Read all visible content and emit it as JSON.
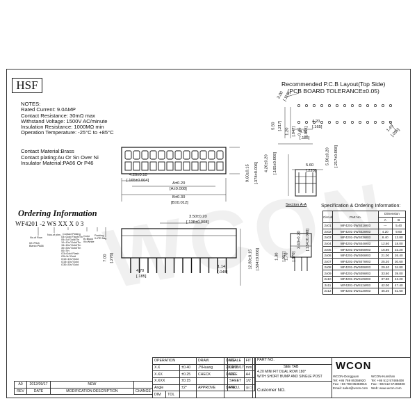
{
  "logo": "HSF",
  "watermark": "WCON",
  "pcb": {
    "title_line1": "Recommended P.C.B Layout(Top Side)",
    "title_line2": "(PCB BOARD TOLERANCE±0.05)",
    "dims": [
      "3.00",
      "[.118]",
      "5.50",
      "[.217]",
      "1.20",
      "[.047]",
      "0.46",
      "[.018]",
      "4.20",
      "[.165]",
      "4.70",
      "[.185]",
      "1.40",
      "[.055]"
    ]
  },
  "notes": {
    "heading": "NOTES:",
    "lines": [
      "Rated Current: 9.0AMP",
      "Contact Resistance: 30mΩ max",
      "Withstand Voltage: 1500V AC/minute",
      "Insulation Resistance: 1000MΩ min",
      "Operation Temperature: -25°C to +85°C"
    ]
  },
  "materials": [
    "Contact Material:Brass",
    "Contact plating:Au Or Sn Over Ni",
    "Insulator Material:PA66 Or P46"
  ],
  "front_dims": {
    "a": "4.20±0.10",
    "a_in": "[.165±0.004]",
    "b": "A±0.20",
    "b_in": "[A±0.008]",
    "c": "B±0.30",
    "c_in": "[B±0.012]",
    "h1": "4.20±0.20",
    "h1_in": "[.165±0.008]",
    "h2": "9.60±0.15",
    "h2_in": "[.378±0.006]",
    "h3": "5.50±0.20",
    "h3_in": "[.217±0.008]",
    "p1": "5.60",
    "p1_in": "[.220]",
    "section": "Section A-A"
  },
  "side_dims": {
    "top": "3.50±0.20",
    "top_in": "[.138±0.008]",
    "a": "7.00",
    "a_in": "[.276]",
    "b": "4.70",
    "b_in": "[.185]",
    "c": "1.14",
    "c_in": "[.045]",
    "d": "12.80±0.15",
    "d_in": "[.504±0.006]",
    "e": "3.40±0.20",
    "e_in": "[.134±0.008]",
    "f": "1.30",
    "f_in": "[.051]",
    "g": "1.78",
    "g_in": "[.070]"
  },
  "ordering": {
    "title": "Ordering Information",
    "code": "WF4201 -2 WS  XX   X  0  3",
    "legend": [
      "No.of Row",
      "Nos.of pins",
      "Contact Plating",
      "03=Gold Flash/Tin",
      "05=3u\"Gold/Tin",
      "10=10u\"Gold/Tin",
      "15=15u\"Gold/Tin",
      "30=30u\"Gold/Tin",
      "00=Tin",
      "G3=Gold Flash",
      "G5=3u\"Gold",
      "G10=10u\"Gold",
      "G15=15u\"Gold",
      "G30=30u\"Gold",
      "Color",
      "B=Black",
      "W=White",
      "Packing",
      "0=PE Bag",
      "02=Pitch",
      "Blank=PA66"
    ]
  },
  "spec": {
    "title": "Specification & Ordering Information:",
    "headers": [
      "Circuit",
      "Part No.",
      "Dimension",
      "A",
      "B"
    ],
    "rows": [
      [
        "2x01",
        "WF4201-2WS01W03",
        "---",
        "5.40"
      ],
      [
        "2x02",
        "WF4201-2WS02W03",
        "4.20",
        "9.60"
      ],
      [
        "2x03",
        "WF4201-2WS03W03",
        "8.40",
        "13.80"
      ],
      [
        "2x04",
        "WF4201-2WS04W03",
        "12.60",
        "18.00"
      ],
      [
        "2x05",
        "WF4201-2WS05W03",
        "16.80",
        "22.20"
      ],
      [
        "2x06",
        "WF4201-2WS06W03",
        "21.00",
        "26.40"
      ],
      [
        "2x07",
        "WF4201-2WS07W03",
        "25.20",
        "30.60"
      ],
      [
        "2x08",
        "WF4201-2WS08W03",
        "29.40",
        "34.80"
      ],
      [
        "2x09",
        "WF4201-2WS09W03",
        "33.60",
        "39.00"
      ],
      [
        "2x10",
        "WF4201-2WS10W03",
        "37.80",
        "43.20"
      ],
      [
        "2x11",
        "WF4201-2WS11W03",
        "42.00",
        "47.40"
      ],
      [
        "2x12",
        "WF4201-2WS12W03",
        "46.20",
        "51.60"
      ]
    ]
  },
  "revision": {
    "row1": [
      "A0",
      "2012/09/17",
      "NEW",
      ""
    ],
    "headers": [
      "REV",
      "DATE",
      "MODIFICATION  DESCRIPTION",
      "CHANGE"
    ]
  },
  "title_block": {
    "operation": "OPERATION",
    "tolerances": [
      [
        "X.X",
        "±0.40"
      ],
      [
        "X.XX",
        "±0.25"
      ],
      [
        "X.XXX",
        "±0.15"
      ],
      [
        "Angle",
        "±2°"
      ]
    ],
    "unit_label_dim": "DIM",
    "unit_label_tol": "TOL",
    "draw": "DRAW",
    "drawer": "JYHuang",
    "date_label": "DATE",
    "date": "2012/09/17",
    "check": "CHECK",
    "approve": "APPROVE",
    "scale": "SCALE",
    "scale_val": "FIT",
    "unit": "UNIT",
    "unit_val": "mm",
    "size": "SIZE",
    "size_val": "A4",
    "sheet": "SHEET",
    "sheet_val": "1/2",
    "proj": "PROJ.",
    "part_no_label": "PART NO.",
    "part_no": "SEE TAB",
    "title_label": "TITLE",
    "title_line1": "4.20 MINI FIT DUAL ROW 180°",
    "title_line2": "WITH SHORT BUMP AND SINGLE POST",
    "drawing_no": "Customer NO."
  },
  "company": {
    "name": "WCON",
    "left": [
      "WCON-Dongguan",
      "Tel: +86 769 85358920",
      "Fax: +86 769 85358915",
      "Email: sales@wcon.com"
    ],
    "right": [
      "WCON-Kunshan",
      "Tel: +86 512 57488408",
      "Fax: +86 512 57488408",
      "Web: www.wcon.com"
    ]
  }
}
